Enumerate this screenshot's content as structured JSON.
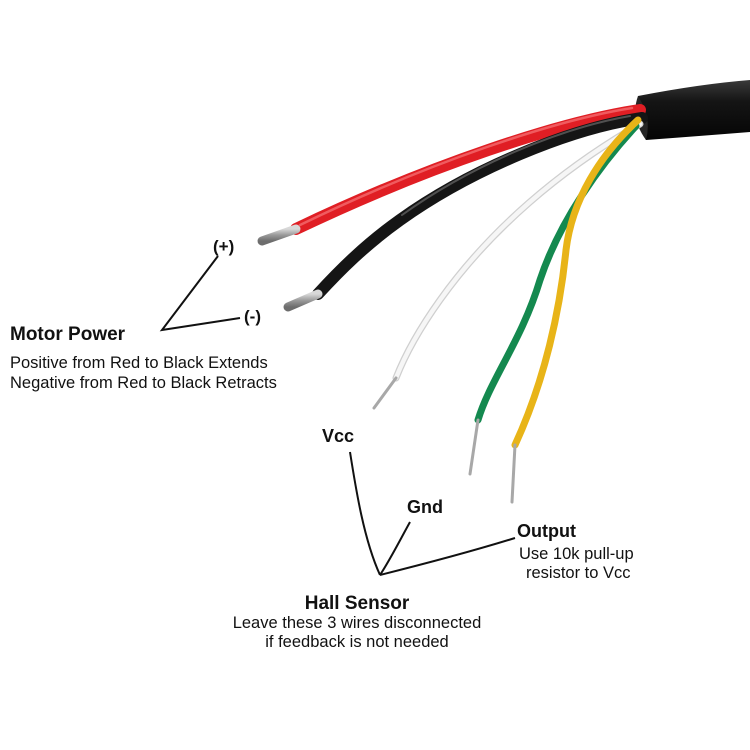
{
  "wires": [
    {
      "id": "red",
      "color": "#e01e24",
      "role": "motor-positive"
    },
    {
      "id": "black",
      "color": "#151515",
      "role": "motor-negative"
    },
    {
      "id": "white",
      "color": "#f2f2f2",
      "role": "hall-vcc"
    },
    {
      "id": "green",
      "color": "#14894f",
      "role": "hall-gnd"
    },
    {
      "id": "yellow",
      "color": "#e8b418",
      "role": "hall-output"
    }
  ],
  "labels": {
    "plus": "(+)",
    "minus": "(-)",
    "motor_title": "Motor Power",
    "motor_line1": "Positive from Red to Black Extends",
    "motor_line2": "Negative from Red to Black Retracts",
    "vcc": "Vcc",
    "gnd": "Gnd",
    "output_title": "Output",
    "output_line1": "Use 10k pull-up",
    "output_line2": "resistor to Vcc",
    "hall_title": "Hall Sensor",
    "hall_line1": "Leave these 3 wires disconnected",
    "hall_line2": "if feedback is not needed"
  }
}
